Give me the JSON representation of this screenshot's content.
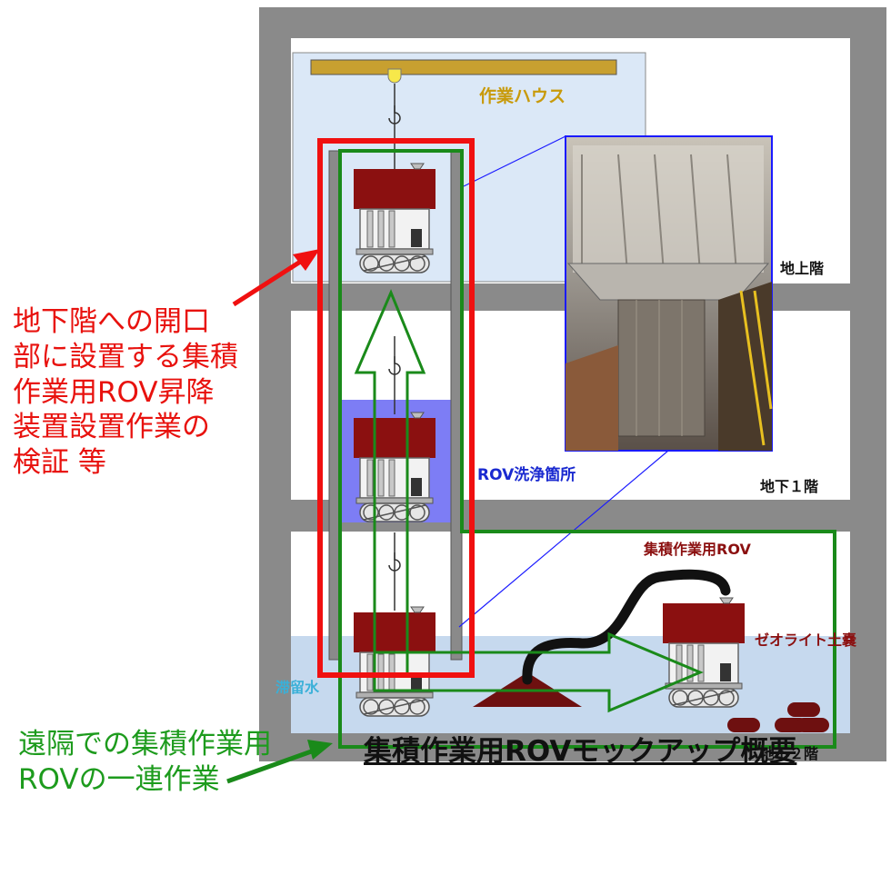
{
  "labels": {
    "work_house": "作業ハウス",
    "ground_floor": "地上階",
    "basement_1": "地下１階",
    "basement_2": "地下２階",
    "rov_wash": "ROV洗浄箇所",
    "collection_rov": "集積作業用ROV",
    "zeolite": "ゼオライト土嚢",
    "stagnant_water": "滞留水"
  },
  "notes": {
    "red": [
      "地下階への開口",
      "部に設置する集積",
      "作業用ROV昇降",
      "装置設置作業の",
      "検証 等"
    ],
    "green": [
      "遠隔での集積作業用",
      "ROVの一連作業"
    ]
  },
  "caption": "集積作業用ROVモックアップ概要",
  "colors": {
    "red": "#f01010",
    "green": "#1a8a1a",
    "rov_body": "#8b1010",
    "work_house_text": "#c89a0a",
    "wash_text": "#1a2ad0",
    "water_text": "#3ab0d8",
    "building": "#8a8a8a"
  }
}
